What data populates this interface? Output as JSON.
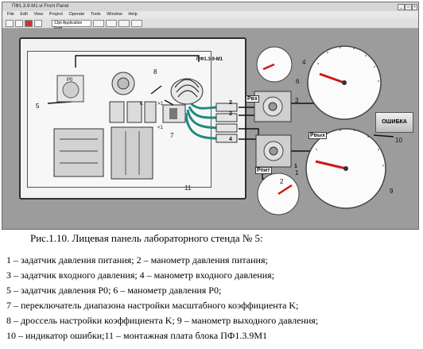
{
  "window": {
    "title": "ПФ1.3.9-М1.vi Front Panel",
    "menu": [
      "File",
      "Edit",
      "View",
      "Project",
      "Operate",
      "Tools",
      "Window",
      "Help"
    ],
    "font_select": "13pt Application Font"
  },
  "panel": {
    "block_name": "ПФ1.3.9-М1",
    "p0_label": "P0",
    "pvx_label": "Pвх",
    "pvyx_label": "Pвых",
    "ppit_label": "Pпит",
    "k_label": "K",
    "range_hi": ">1",
    "range_lo": "<1",
    "error_button": "ОШИБКА",
    "callouts": [
      "1",
      "2",
      "3",
      "4",
      "5",
      "6",
      "7",
      "8",
      "9",
      "10",
      "11"
    ],
    "ports": [
      "1",
      "2",
      "3",
      "4"
    ]
  },
  "caption": "Рис.1.10. Лицевая панель лабораторного стенда № 5:",
  "legend": [
    "1 – задатчик давления питания; 2 – манометр давления питания;",
    "3 – задатчик входного давления; 4 – манометр входного давления;",
    "5 – задатчик давления P0; 6 – манометр давления P0;",
    "7 – переключатель диапазона настройки масштабного коэффициента K;",
    "8 – дроссель настройки коэффициента K; 9 – манометр выходного давления;",
    "10 – индикатор ошибки;11 – монтажная плата блока ПФ1.3.9М1"
  ],
  "gauges": {
    "input_gauge_value": 0.28,
    "output_gauge_value": 0.2,
    "p0_gauge_value": 0.4,
    "supply_gauge_value": 1.4
  },
  "colors": {
    "needle": "#d01818",
    "panel": "#9c9c9c",
    "board": "#f2f2f2"
  }
}
